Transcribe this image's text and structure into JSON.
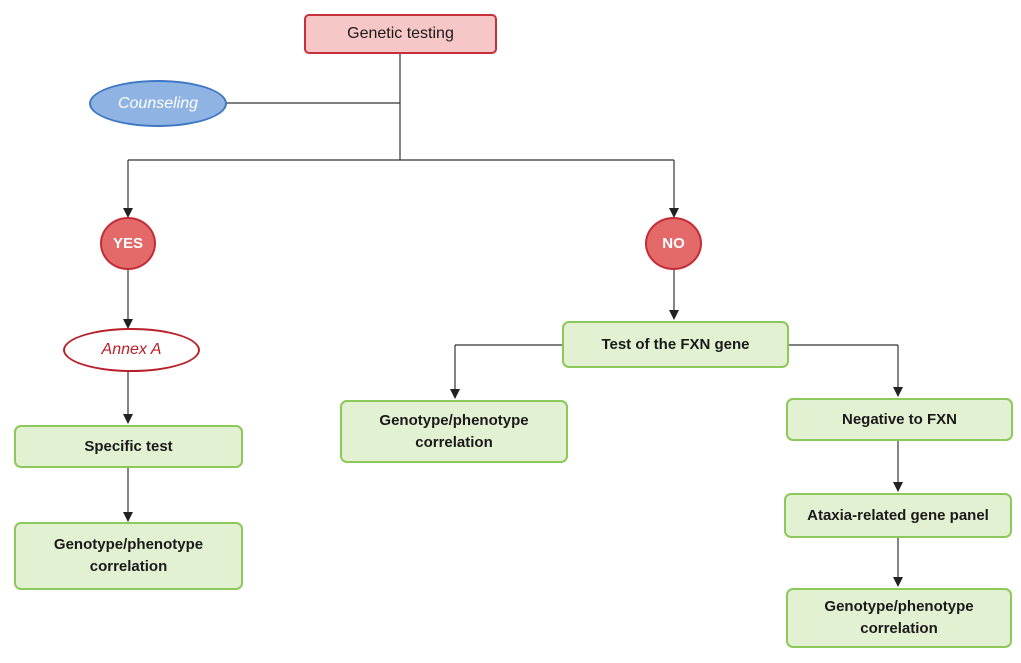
{
  "nodes": {
    "genetic_testing": "Genetic testing",
    "counseling": "Counseling",
    "yes": "YES",
    "no": "NO",
    "annex_a": "Annex A",
    "specific_test": "Specific test",
    "corr_left": "Genotype/phenotype\ncorrelation",
    "fxn_test": "Test of the FXN gene",
    "corr_middle": "Genotype/phenotype\ncorrelation",
    "negative_fxn": "Negative to FXN",
    "gene_panel": "Ataxia-related gene panel",
    "corr_right": "Genotype/phenotype\ncorrelation"
  },
  "colors": {
    "green_fill": "#e3f1d3",
    "green_border": "#8cc85a",
    "red_border": "#c52b34",
    "blue_fill": "#8fb4e3"
  }
}
